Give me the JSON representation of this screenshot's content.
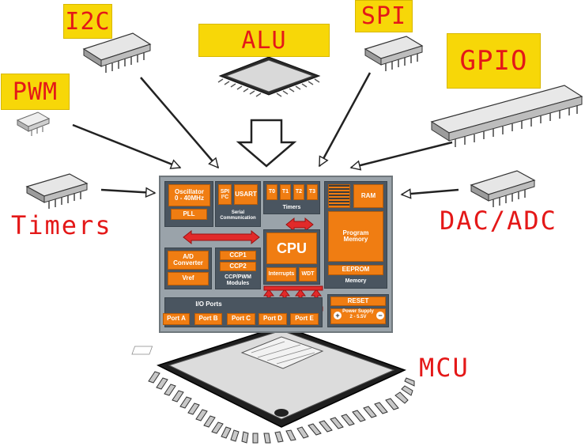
{
  "labels": {
    "i2c": "I2C",
    "alu": "ALU",
    "spi": "SPI",
    "gpio": "GPIO",
    "pwm": "PWM",
    "timers": "Timers",
    "dac_adc": "DAC/ADC",
    "mcu": "MCU"
  },
  "board": {
    "oscillator": "Oscillator\n0 - 40MHz",
    "pll": "PLL",
    "spi_i2c": "SPI\nI²C",
    "usart": "USART",
    "serial_comm": "Serial\nCommunication",
    "t0": "T0",
    "t1": "T1",
    "t2": "T2",
    "t3": "T3",
    "timers": "Timers",
    "ram": "RAM",
    "program_memory": "Program\nMemory",
    "eeprom": "EEPROM",
    "memory": "Memory",
    "cpu": "CPU",
    "interrupts": "Interrupts",
    "wdt": "WDT",
    "ad_converter": "A/D\nConverter",
    "vref": "Vref",
    "ccp1": "CCP1",
    "ccp2": "CCP2",
    "ccp_pwm": "CCP/PWM\nModules",
    "io_ports": "I/O Ports",
    "port_a": "Port A",
    "port_b": "Port B",
    "port_c": "Port C",
    "port_d": "Port D",
    "port_e": "Port E",
    "reset": "RESET",
    "power_supply": "Power Supply\n2 - 5.5V"
  }
}
